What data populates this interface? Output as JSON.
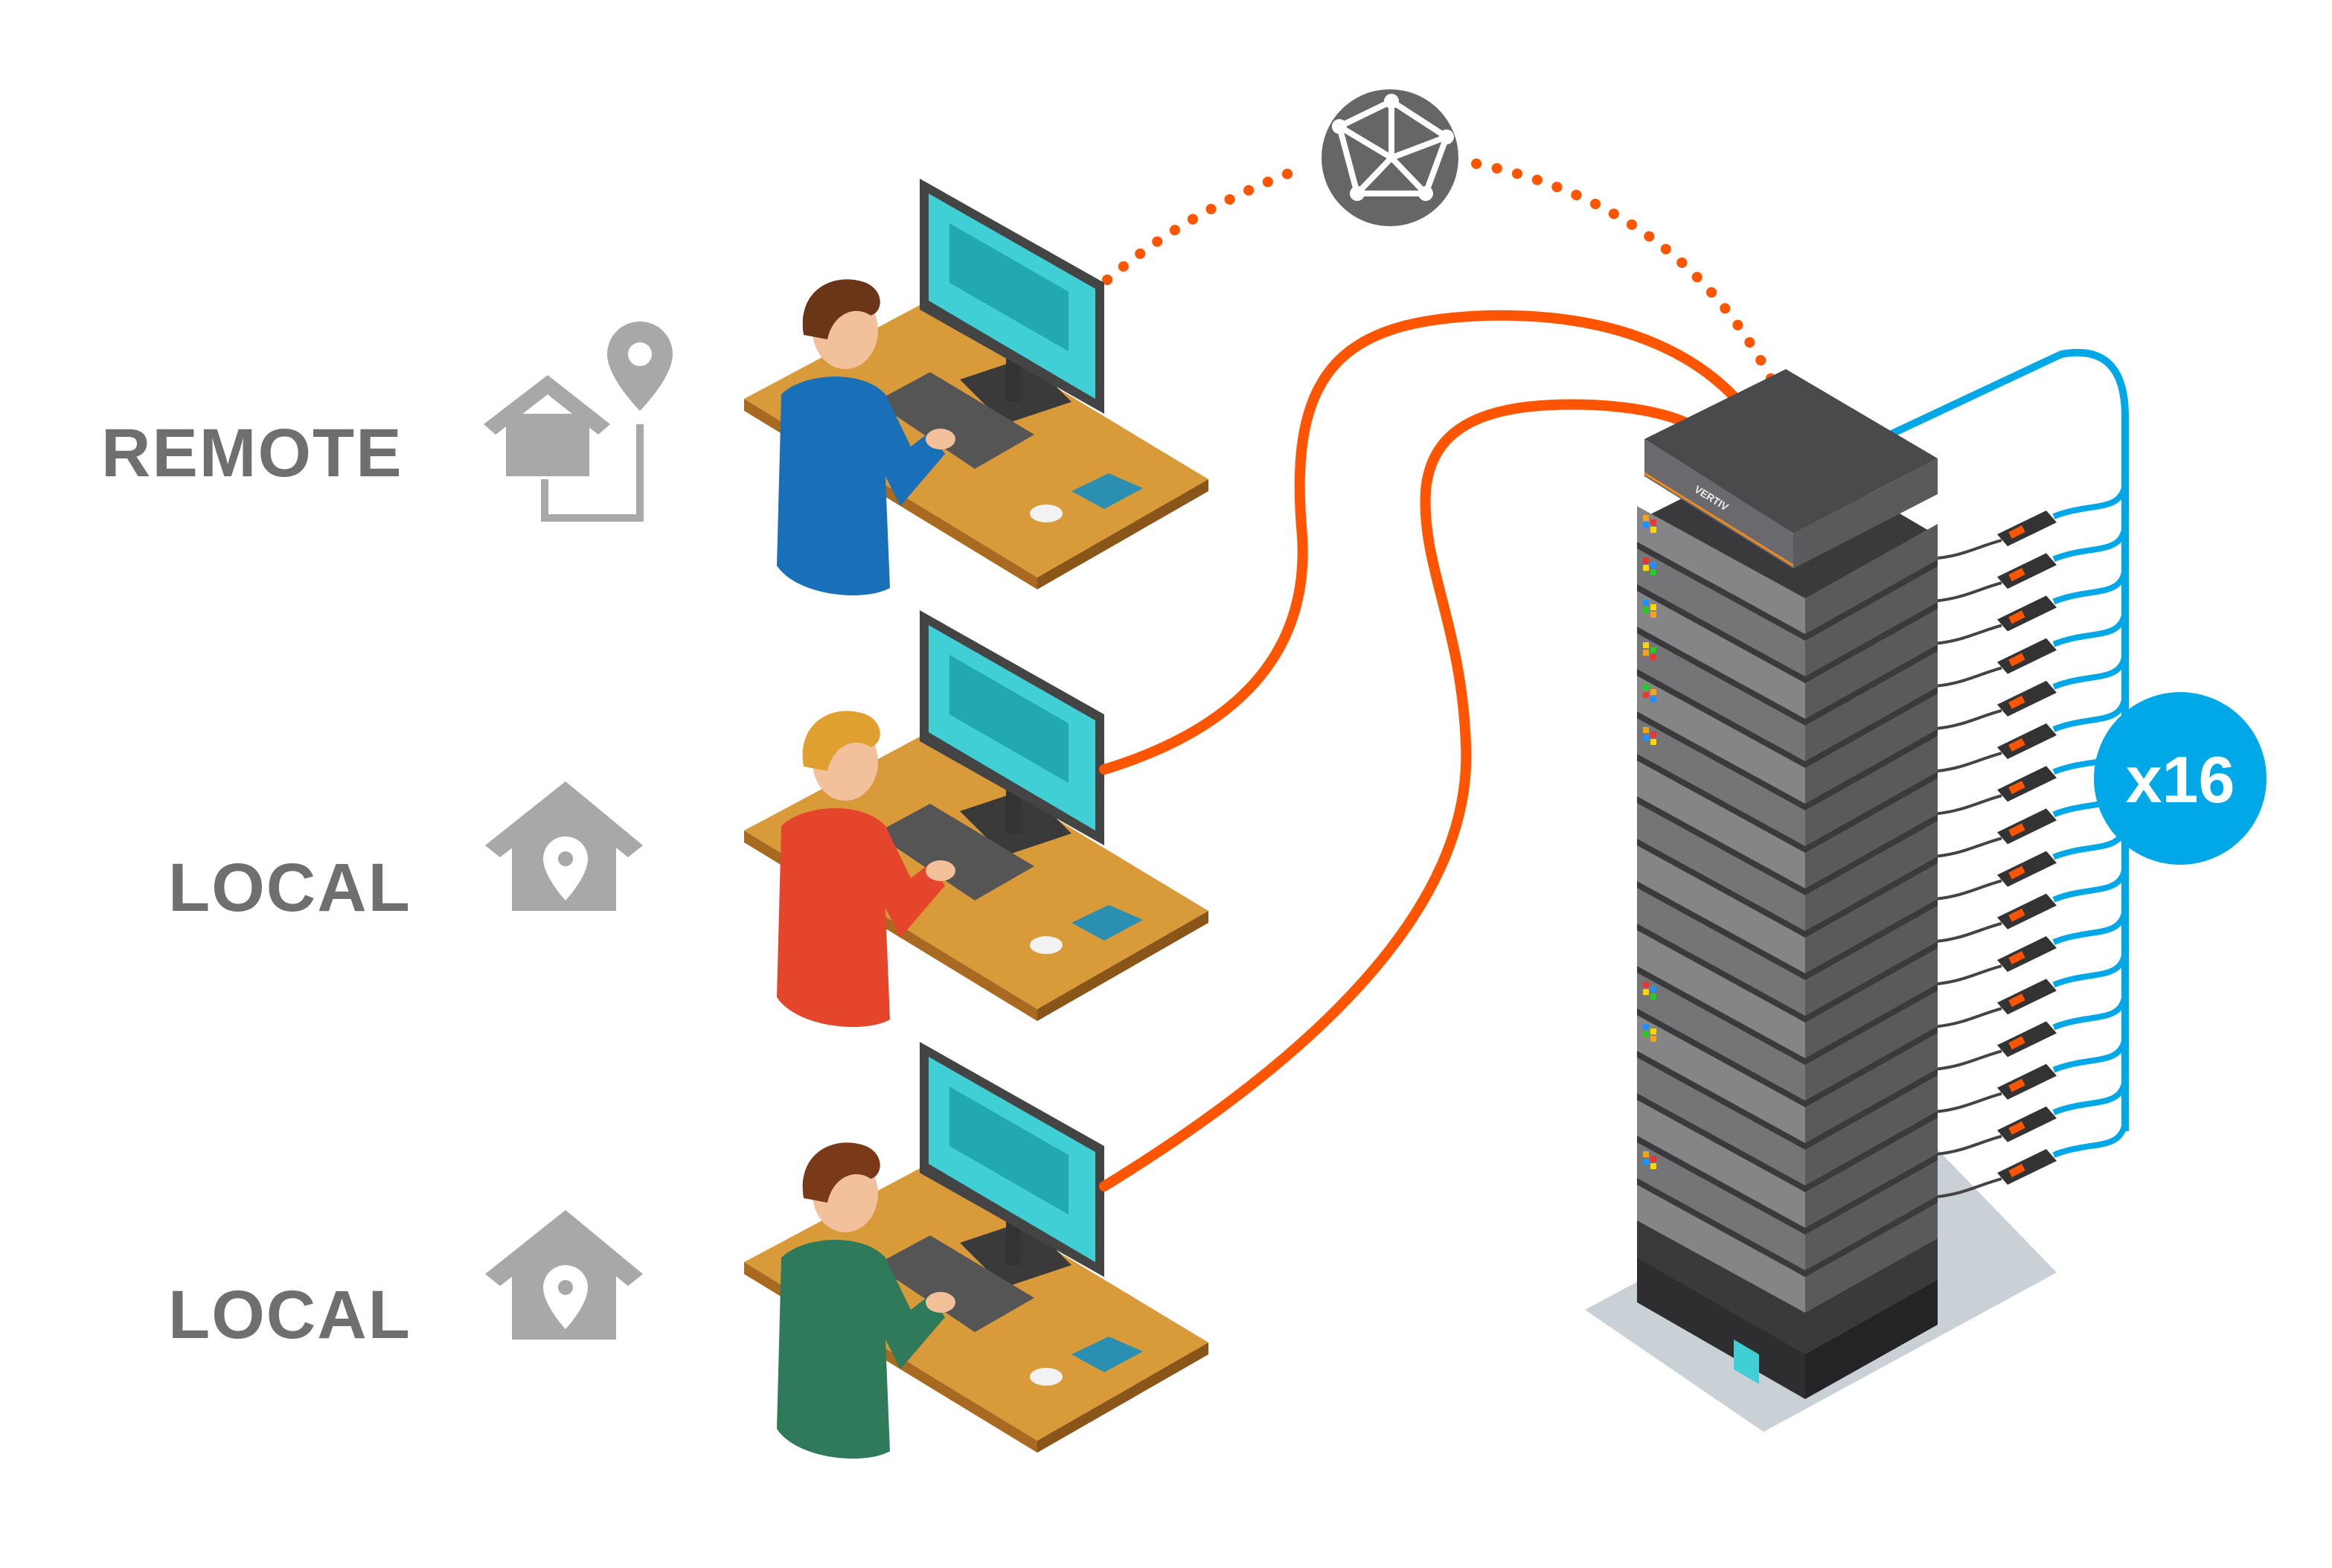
{
  "labels": {
    "remote": "REMOTE",
    "local_1": "LOCAL",
    "local_2": "LOCAL"
  },
  "badge": {
    "text": "x16"
  },
  "kvm_switch": {
    "brand_logo": "VERTIV"
  },
  "colors": {
    "orange_cable": "#ff5500",
    "blue_cable": "#00a8e8",
    "badge": "#00a8e8",
    "label": "#6f6f6f",
    "icon_grey": "#a8a8a8",
    "desk": "#d99a3a",
    "screen": "#3fcfd4",
    "shirt_remote": "#1a70b8",
    "shirt_local_1": "#e5452a",
    "shirt_local_2": "#2e7a5a"
  },
  "icons": {
    "remote": "home-with-location-pin-icon",
    "local": "home-location-icon",
    "network": "globe-network-icon"
  }
}
